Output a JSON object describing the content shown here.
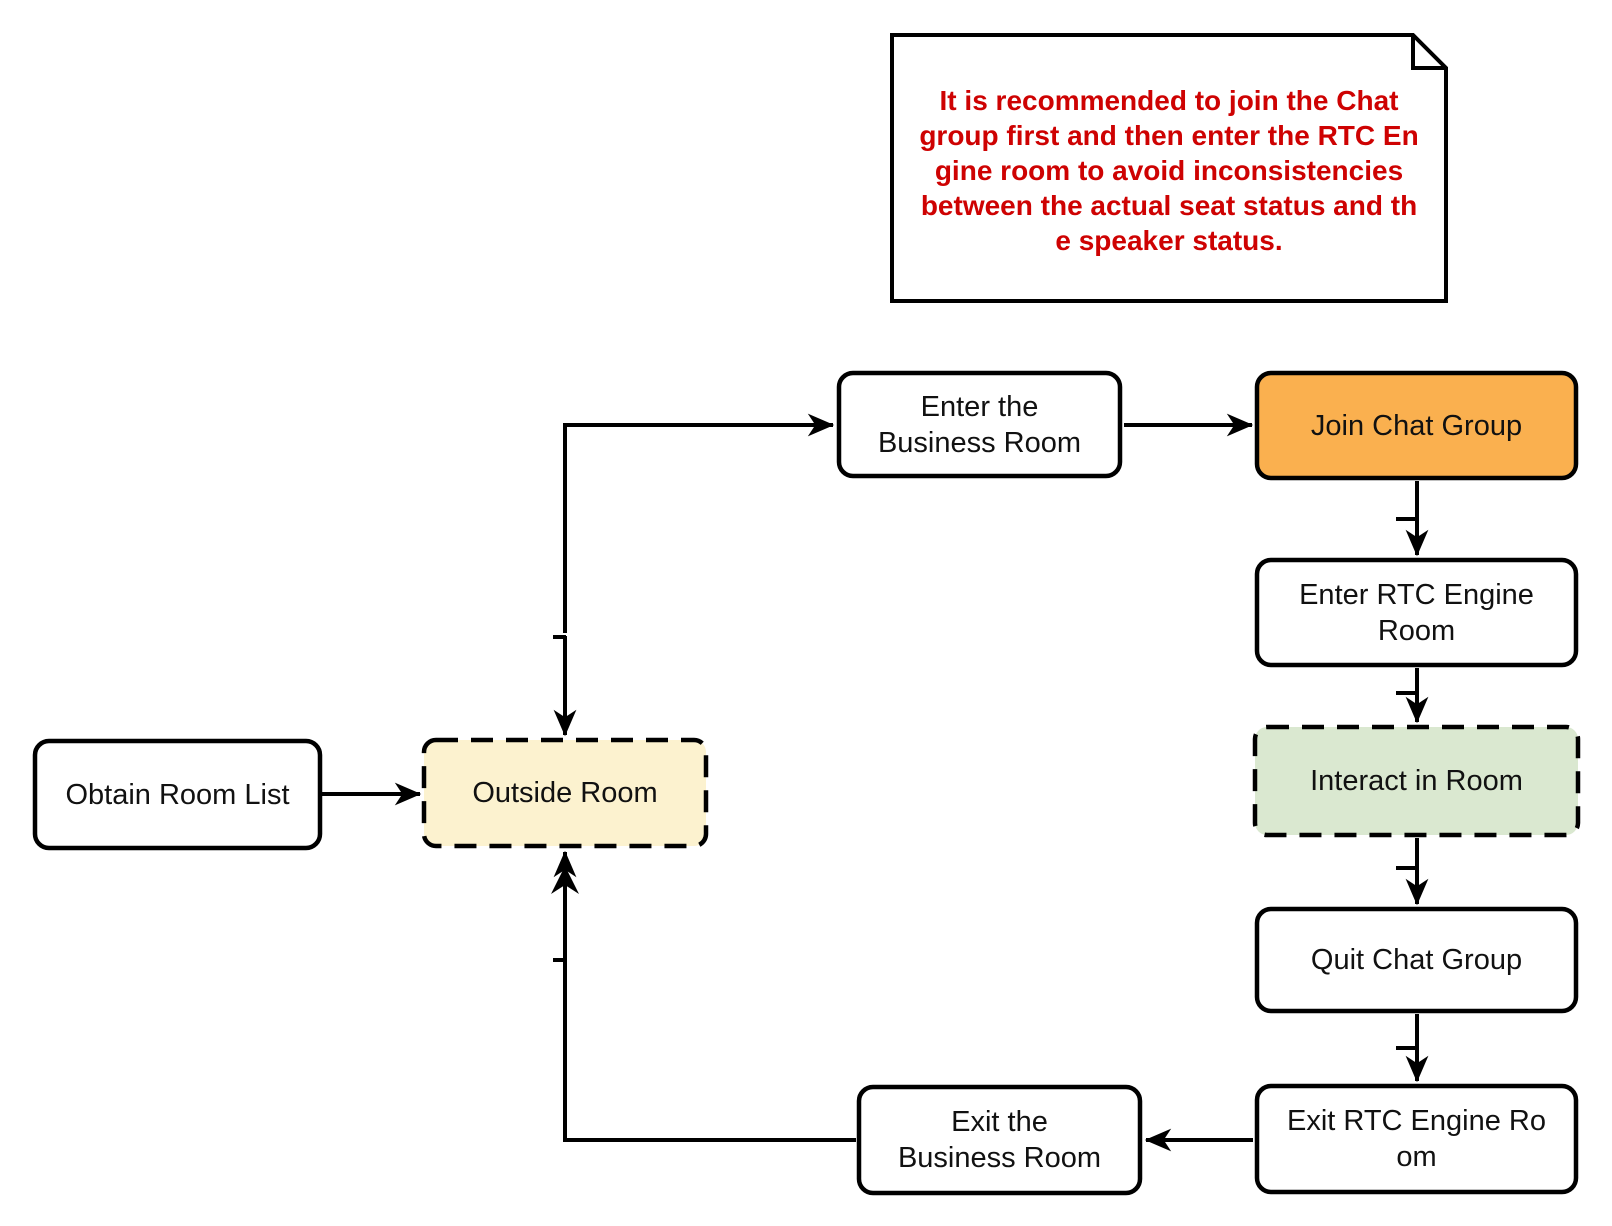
{
  "note": {
    "lines": [
      "It is recommended to join the Chat",
      "group first and then enter the RTC En",
      "gine room to avoid inconsistencies",
      "between the actual seat status and th",
      "e speaker status."
    ],
    "text_color": "#CE0202"
  },
  "nodes": {
    "obtain_room_list": {
      "lines": [
        "Obtain Room List"
      ]
    },
    "outside_room": {
      "lines": [
        "Outside Room"
      ]
    },
    "enter_business_room": {
      "lines": [
        "Enter the",
        "Business Room"
      ]
    },
    "join_chat_group": {
      "lines": [
        "Join Chat Group"
      ]
    },
    "enter_rtc_engine_room": {
      "lines": [
        "Enter RTC Engine",
        "Room"
      ]
    },
    "interact_in_room": {
      "lines": [
        "Interact in Room"
      ]
    },
    "quit_chat_group": {
      "lines": [
        "Quit Chat Group"
      ]
    },
    "exit_rtc_engine_room": {
      "lines": [
        "Exit RTC Engine Ro",
        "om"
      ]
    },
    "exit_business_room": {
      "lines": [
        "Exit the",
        "Business Room"
      ]
    }
  },
  "colors": {
    "join_highlight_orange": "#FAB04F",
    "outside_room_cream": "#FCF2CF",
    "interact_room_green": "#DAE8D0",
    "stroke_black": "#000000",
    "node_fill_white": "#FFFFFF"
  }
}
